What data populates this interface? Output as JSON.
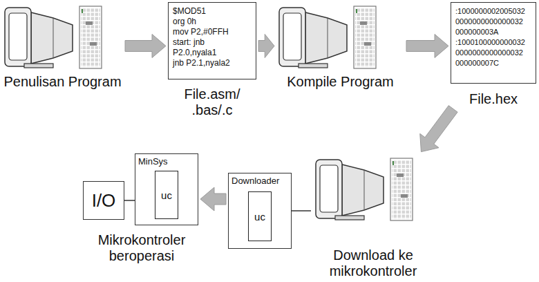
{
  "diagram": {
    "nodes": [
      {
        "text": [
          "Penulisan Program"
        ]
      },
      {
        "text": [
          "$MOD51",
          "org 0h",
          "mov P2,#0FFH",
          "start: jnb",
          "P2.0,nyala1",
          "jnb P2.1,nyala2",
          "File.asm/ .bas/.c"
        ]
      },
      {
        "text": [
          "Kompile Program"
        ]
      },
      {
        "text": [
          ":1000000002005032",
          "0000000000000032",
          "000000003A",
          ":1000100000000032",
          "0000000000000032",
          "000000007C",
          "File.hex"
        ]
      },
      {
        "text": [
          "Download ke mikrokontroler"
        ]
      },
      {
        "text": [
          "Downloader"
        ]
      },
      {
        "text": [
          "uc"
        ],
        "in": 5
      },
      {
        "text": [
          "MinSys"
        ]
      },
      {
        "text": [
          "uc"
        ],
        "in": 7
      },
      {
        "text": [
          "I/O"
        ]
      }
    ],
    "edges": [
      {
        "from": 0,
        "to": 1,
        "arrow": "to"
      },
      {
        "from": 1,
        "to": 2,
        "arrow": "to"
      },
      {
        "from": 2,
        "to": 3,
        "arrow": "to"
      },
      {
        "from": 3,
        "to": 4,
        "arrow": "to"
      },
      {
        "from": 4,
        "to": 5,
        "arrow": "none"
      },
      {
        "from": 5,
        "to": 7,
        "arrow": "to"
      },
      {
        "from": 7,
        "to": 9,
        "arrow": "none"
      }
    ],
    "labels": [
      "Mikrokontroler beroperasi"
    ]
  }
}
